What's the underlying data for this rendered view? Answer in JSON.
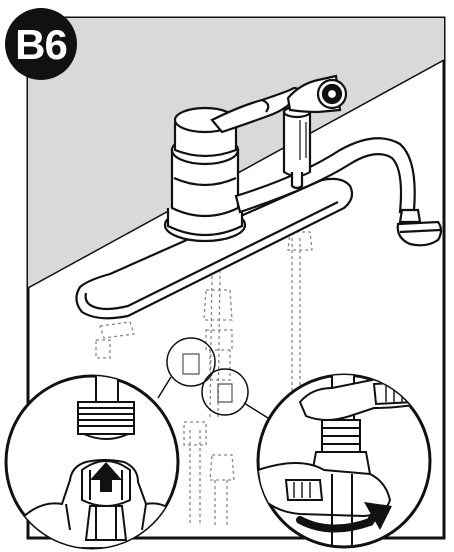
{
  "step": {
    "label": "B6"
  },
  "icons": {
    "step_badge": "step-badge-circle",
    "faucet": "kitchen-faucet-illustration",
    "sprayer": "side-sprayer-illustration",
    "left_detail": "hose-to-supply-connection-detail",
    "right_detail": "wrench-tightening-detail",
    "up_arrow": "up-arrow-icon",
    "clockwise_arrow": "clockwise-rotation-arrow-icon"
  },
  "colors": {
    "ink": "#111111",
    "panel_gray": "#d9d9d9",
    "white": "#ffffff"
  }
}
